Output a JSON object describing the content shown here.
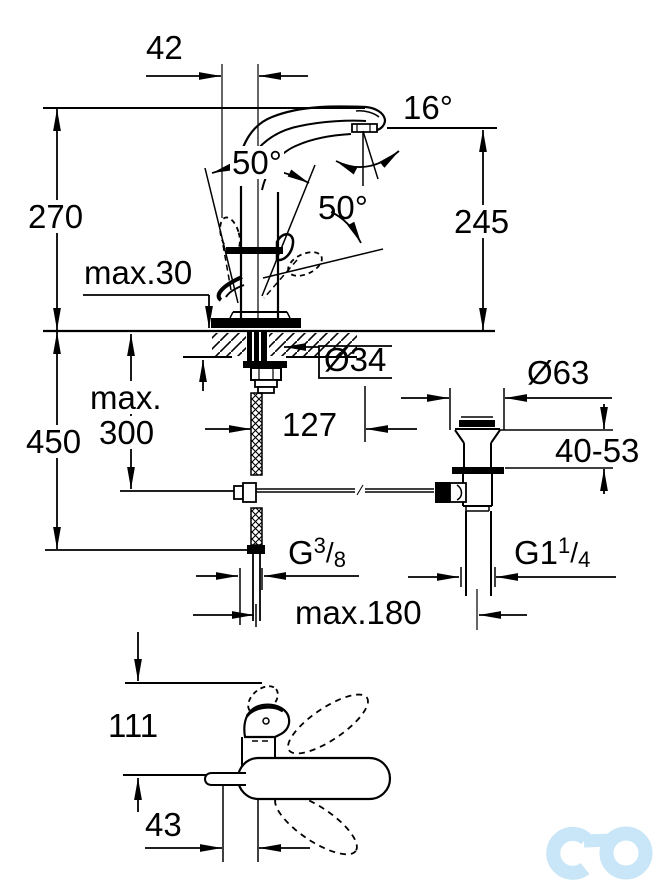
{
  "drawing": {
    "title": "Single-lever basin mixer installation dimension drawing",
    "line_color": "#000000",
    "background": "#ffffff"
  },
  "logo": {
    "color": "#c8e6f7"
  },
  "labels": {
    "dim_42": "42",
    "angle_16": "16°",
    "dim_270": "270",
    "angle_50_left": "50°",
    "angle_50_right": "50°",
    "dim_245": "245",
    "max_30": "max.30",
    "dia_34": "Ø34",
    "max_word": "max.",
    "dim_300": "300",
    "dim_450": "450",
    "dim_127": "127",
    "dia_63": "Ø63",
    "range_40_53": "40-53",
    "thread_g38": {
      "base": "G",
      "sup": "3",
      "slash": "/",
      "sub": "8"
    },
    "thread_g114": {
      "base": "G1",
      "sup": "1",
      "slash": "/",
      "sub": "4"
    },
    "max_180": "max.180",
    "dim_111": "111",
    "dim_43": "43"
  }
}
